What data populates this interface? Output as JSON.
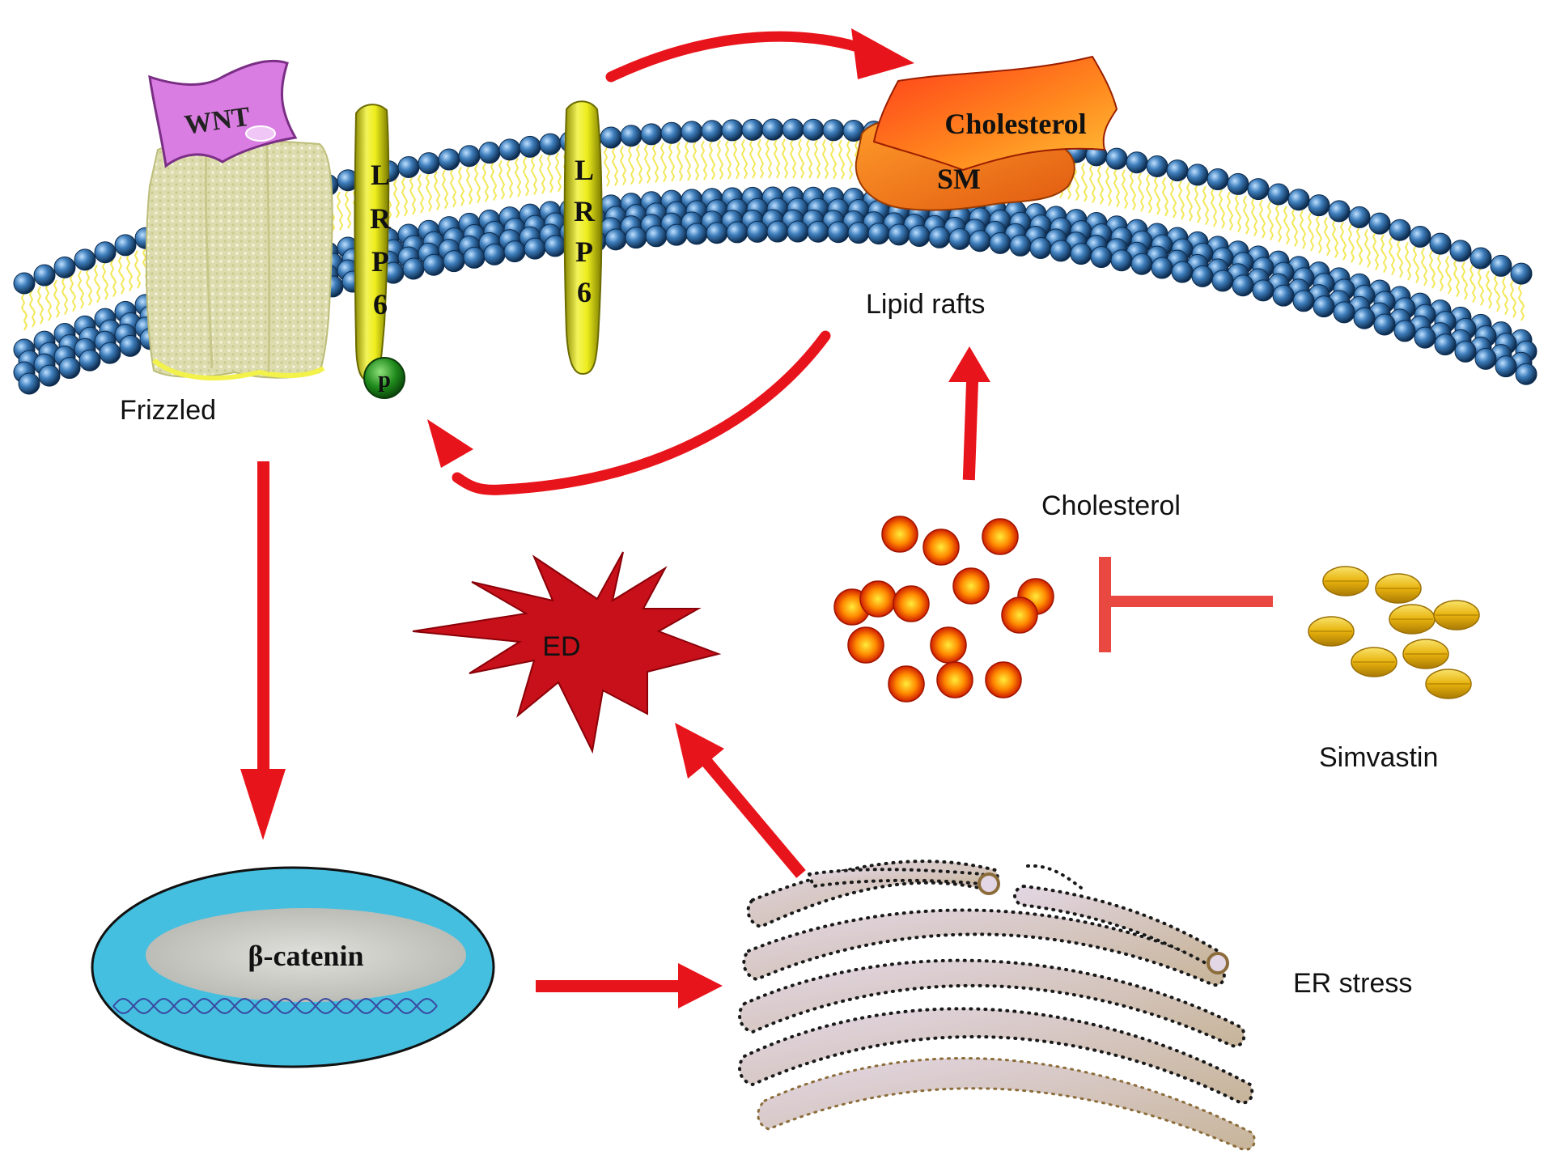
{
  "colors": {
    "arrow": "#e8141b",
    "inhibitor": "#e8483f",
    "head_bead": "#3f7fbd",
    "lipid_tail": "#f3e85a",
    "receptor_lrp6": "#eeee1e",
    "frizzled": "#ddddb0",
    "wnt": "#d97de3",
    "raft": "#ff7a1e",
    "ed_burst": "#c8101a",
    "nucleus_outer": "#44bfe0",
    "nucleus_inner": "#cbcbc6",
    "er_fill": "#d2c3b1",
    "cholesterol_dot": "#ff6d00",
    "simvastin_pill": "#e8b20d"
  },
  "labels": {
    "wnt": "WNT",
    "lrp6_left": [
      "L",
      "R",
      "P",
      "6"
    ],
    "lrp6_right": [
      "L",
      "R",
      "P",
      "6"
    ],
    "phospho": "p",
    "frizzled": "Frizzled",
    "raft_cholesterol": "Cholesterol",
    "raft_sm": "SM",
    "lipid_rafts": "Lipid rafts",
    "cholesterol": "Cholesterol",
    "simvastin": "Simvastin",
    "ed": "ED",
    "beta_catenin": "β-catenin",
    "er_stress": "ER stress"
  },
  "icons": {
    "receptor": "frizzled-receptor-icon",
    "ligand": "wnt-ligand-icon",
    "coreceptor": "lrp6-receptor-icon",
    "raft": "lipid-raft-icon",
    "cholesterol": "cholesterol-molecule-icon",
    "drug": "simvastin-pill-icon",
    "burst": "ed-burst-icon",
    "nucleus": "nucleus-icon",
    "organelle": "endoplasmic-reticulum-icon"
  }
}
